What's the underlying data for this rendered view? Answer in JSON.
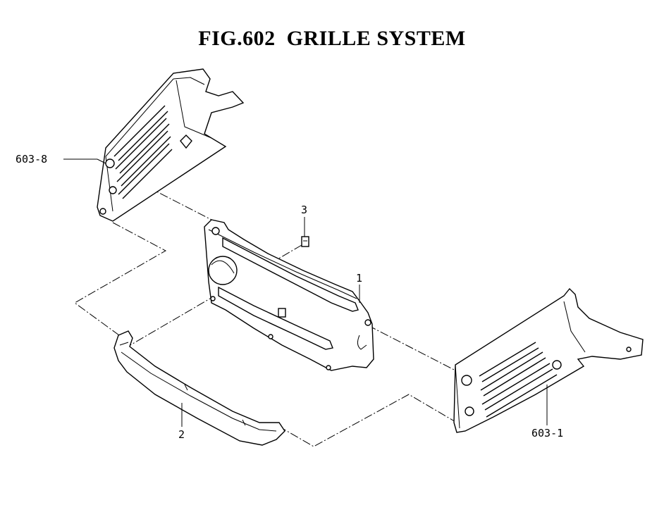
{
  "title": "FIG.602  GRILLE SYSTEM",
  "callouts": {
    "part_1": "1",
    "part_2": "2",
    "part_3": "3",
    "part_603_1": "603-1",
    "part_603_8": "603-8"
  }
}
